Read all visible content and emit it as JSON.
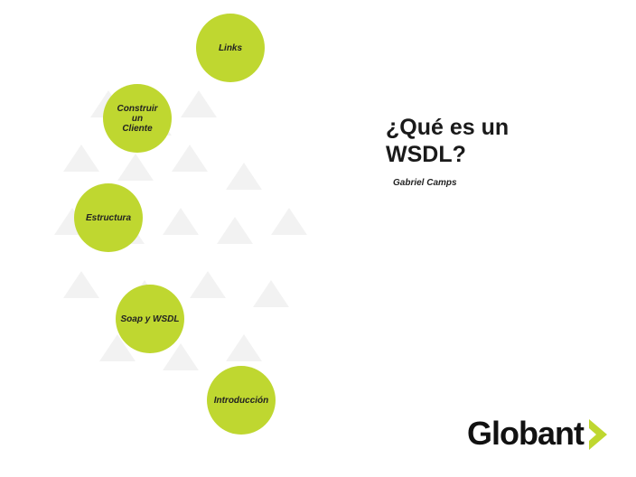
{
  "menu": {
    "items": [
      {
        "id": "links",
        "label": "Links"
      },
      {
        "id": "construir",
        "label": "Construir\nun\nCliente"
      },
      {
        "id": "estructura",
        "label": "Estructura"
      },
      {
        "id": "soap",
        "label": "Soap y WSDL"
      },
      {
        "id": "introduccion",
        "label": "Introducción"
      }
    ]
  },
  "title": "¿Qué es un\nWSDL?",
  "author": "Gabriel Camps",
  "logo": {
    "text": "Globant",
    "icon": "chevron-right-icon",
    "accent": "#bfd730"
  },
  "colors": {
    "bubble": "#bfd730",
    "text": "#1a1a1a",
    "background": "#ffffff"
  }
}
